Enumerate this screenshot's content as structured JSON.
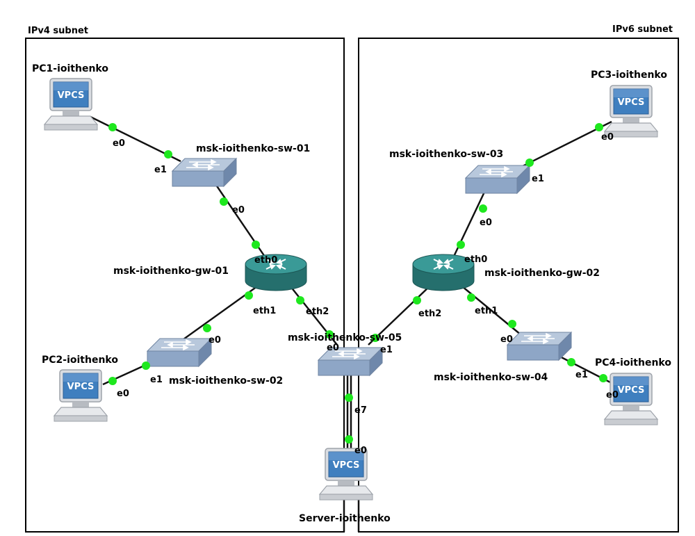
{
  "areas": {
    "ipv4": "IPv4 subnet",
    "ipv6": "IPv6 subnet"
  },
  "devices": {
    "pc1": "PC1-ioithenko",
    "pc2": "PC2-ioithenko",
    "pc3": "PC3-ioithenko",
    "pc4": "PC4-ioithenko",
    "server": "Server-ioithenko",
    "sw01": "msk-ioithenko-sw-01",
    "sw02": "msk-ioithenko-sw-02",
    "sw03": "msk-ioithenko-sw-03",
    "sw04": "msk-ioithenko-sw-04",
    "sw05": "msk-ioithenko-sw-05",
    "gw01": "msk-ioithenko-gw-01",
    "gw02": "msk-ioithenko-gw-02"
  },
  "vpcs_text": "VPCS",
  "ports": {
    "pc1_e0": "e0",
    "sw01_e1": "e1",
    "sw01_e0": "e0",
    "gw01_eth0": "eth0",
    "gw01_eth1": "eth1",
    "gw01_eth2": "eth2",
    "sw02_e0": "e0",
    "sw02_e1": "e1",
    "pc2_e0": "e0",
    "sw05_e0": "e0",
    "sw05_e1": "e1",
    "sw05_e7": "e7",
    "server_e0": "e0",
    "pc3_e0": "e0",
    "sw03_e1": "e1",
    "sw03_e0": "e0",
    "gw02_eth0": "eth0",
    "gw02_eth1": "eth1",
    "gw02_eth2": "eth2",
    "sw04_e0": "e0",
    "sw04_e1": "e1",
    "pc4_e0": "e0"
  },
  "colors": {
    "link_dot": "#1ee81e",
    "router": "#2e8a87",
    "switch": "#8ea6c6",
    "vpcs_screen": "#3f7fbf"
  }
}
